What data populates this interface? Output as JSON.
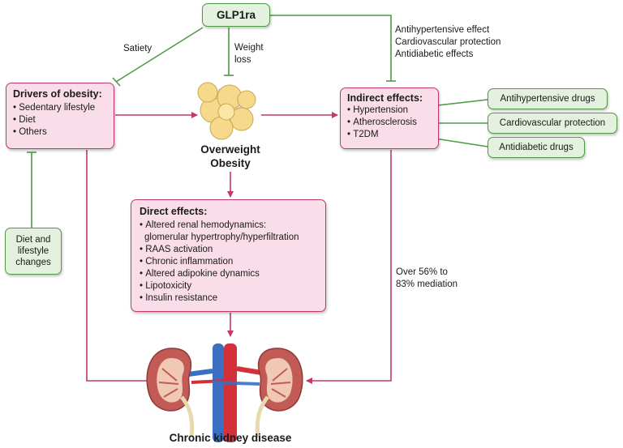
{
  "glp1ra": {
    "label": "GLP1ra"
  },
  "satiety": {
    "label": "Satiety"
  },
  "weight_loss": {
    "line1": "Weight",
    "line2": "loss"
  },
  "glp1_effects": {
    "lines": [
      "Antihypertensive effect",
      "Cardiovascular protection",
      "Antidiabetic effects"
    ]
  },
  "drivers": {
    "title": "Drivers of obesity:",
    "items": [
      "Sedentary lifestyle",
      "Diet",
      "Others"
    ]
  },
  "obesity": {
    "line1": "Overweight",
    "line2": "Obesity"
  },
  "indirect": {
    "title": "Indirect effects:",
    "items": [
      "Hypertension",
      "Atherosclerosis",
      "T2DM"
    ]
  },
  "drugs": [
    {
      "label": "Antihypertensive drugs"
    },
    {
      "label": "Cardiovascular protection"
    },
    {
      "label": "Antidiabetic drugs"
    }
  ],
  "direct": {
    "title": "Direct effects:",
    "items": [
      "Altered renal hemodynamics:",
      "RAAS activation",
      "Chronic inflammation",
      "Altered adipokine dynamics",
      "Lipotoxicity",
      "Insulin resistance"
    ],
    "continuation": "glomerular hypertrophy/hyperfiltration"
  },
  "diet_changes": {
    "line1": "Diet and",
    "line2": "lifestyle",
    "line3": "changes"
  },
  "mediation": {
    "line1": "Over 56% to",
    "line2": "83% mediation"
  },
  "ckd": {
    "label": "Chronic kidney disease"
  },
  "colors": {
    "pink_border": "#c2386e",
    "pink_fill": "#f9dde8",
    "green_border": "#4f9a45",
    "green_fill": "#e4f1df"
  }
}
